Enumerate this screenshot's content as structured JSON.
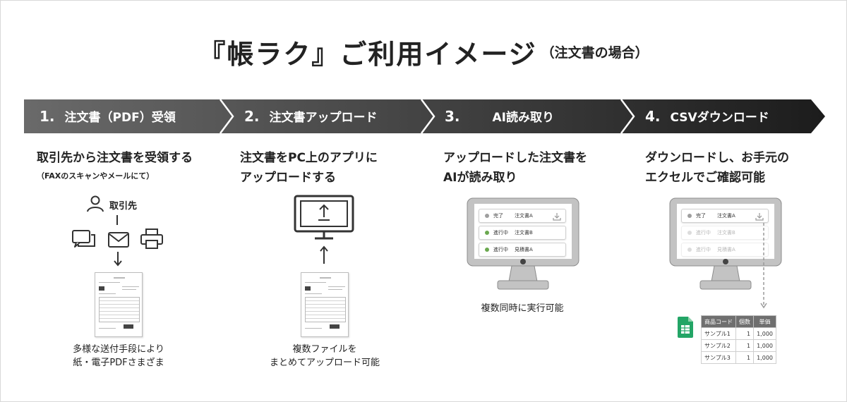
{
  "title": "『帳ラク』ご利用イメージ",
  "subtitle": "（注文書の場合）",
  "steps": [
    {
      "num": "1.",
      "label": "注文書（PDF）受領"
    },
    {
      "num": "2.",
      "label": "注文書アップロード"
    },
    {
      "num": "3.",
      "label": "AI読み取り"
    },
    {
      "num": "4.",
      "label": "CSVダウンロード"
    }
  ],
  "step1": {
    "desc": [
      "取引先から注文書を受領する"
    ],
    "note": "（FAXのスキャンやメールにて）",
    "sender_label": "取引先",
    "icons": [
      "user-icon",
      "chat-icon",
      "mail-icon",
      "printer-icon"
    ],
    "caption": [
      "多様な送付手段により",
      "紙・電子PDFさまざま"
    ]
  },
  "step2": {
    "desc": [
      "注文書をPC上のアプリに",
      "アップロードする"
    ],
    "caption": [
      "複数ファイルを",
      "まとめてアップロード可能"
    ]
  },
  "step3": {
    "desc": [
      "アップロードした注文書を",
      "AIが読み取り"
    ],
    "rows": [
      {
        "status": "完了",
        "doc": "注文書A",
        "color": "#9e9e9e"
      },
      {
        "status": "進行中",
        "doc": "注文書B",
        "color": "#6aa84f"
      },
      {
        "status": "進行中",
        "doc": "見積書A",
        "color": "#6aa84f"
      }
    ],
    "caption": [
      "複数同時に実行可能"
    ]
  },
  "step4": {
    "desc": [
      "ダウンロードし、お手元の",
      "エクセルでご確認可能"
    ],
    "rows": [
      {
        "status": "完了",
        "doc": "注文書A"
      },
      {
        "status": "進行中",
        "doc": "注文書B"
      },
      {
        "status": "進行中",
        "doc": "見積書A"
      }
    ],
    "table": {
      "headers": [
        "商品コード",
        "個数",
        "単価"
      ],
      "rows": [
        [
          "サンプル1",
          "1",
          "1,000"
        ],
        [
          "サンプル2",
          "1",
          "1,000"
        ],
        [
          "サンプル3",
          "1",
          "1,000"
        ]
      ]
    }
  },
  "colors": {
    "band_left": "#6a6a6a",
    "band_right": "#1c1c1c",
    "done": "#9e9e9e",
    "progress": "#6aa84f",
    "sheets": "#23a566"
  }
}
